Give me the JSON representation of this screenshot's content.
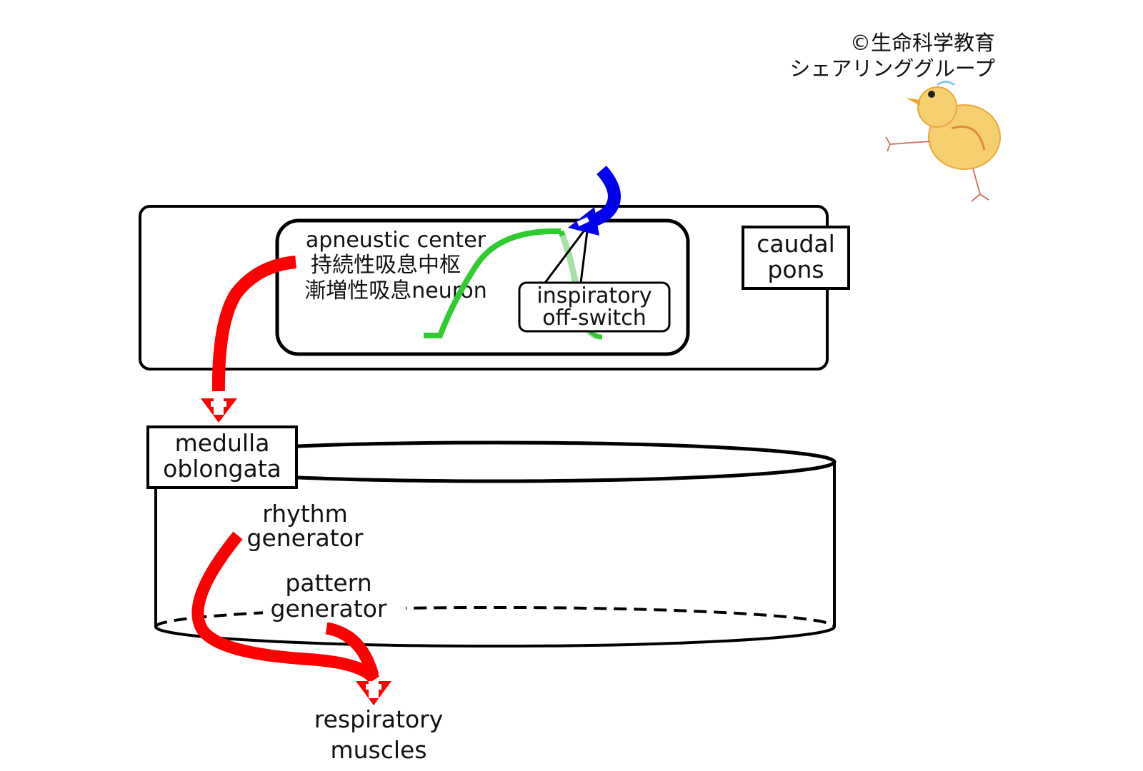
{
  "copyright": {
    "line1": "©生命科学教育",
    "line2": "シェアリンググループ"
  },
  "pons": {
    "label_line1": "caudal",
    "label_line2": "pons"
  },
  "apneustic_center": {
    "line1": "apneustic center",
    "line2": "持続性吸息中枢",
    "line3": "漸増性吸息neuron"
  },
  "off_switch": {
    "line1": "inspiratory",
    "line2": "off-switch"
  },
  "medulla": {
    "label_line1": "medulla",
    "label_line2": "oblongata"
  },
  "rhythm_generator": {
    "line1": "rhythm",
    "line2": "generator"
  },
  "pattern_generator": {
    "line1": "pattern",
    "line2": "generator"
  },
  "respiratory_muscles": {
    "line1": "respiratory",
    "line2": "muscles"
  },
  "colors": {
    "excitatory_arrow": "#ff0000",
    "inhibitory_arrow": "#0000ee",
    "activity_curve": "#2ecc2e",
    "activity_curve_faded": "#a8e0a8",
    "outline": "#000000",
    "mascot_body": "#f4c860"
  },
  "icons": {
    "excitatory": "plus-arrowhead-icon",
    "inhibitory": "minus-arrowhead-icon",
    "mascot": "chick-mascot-icon"
  }
}
